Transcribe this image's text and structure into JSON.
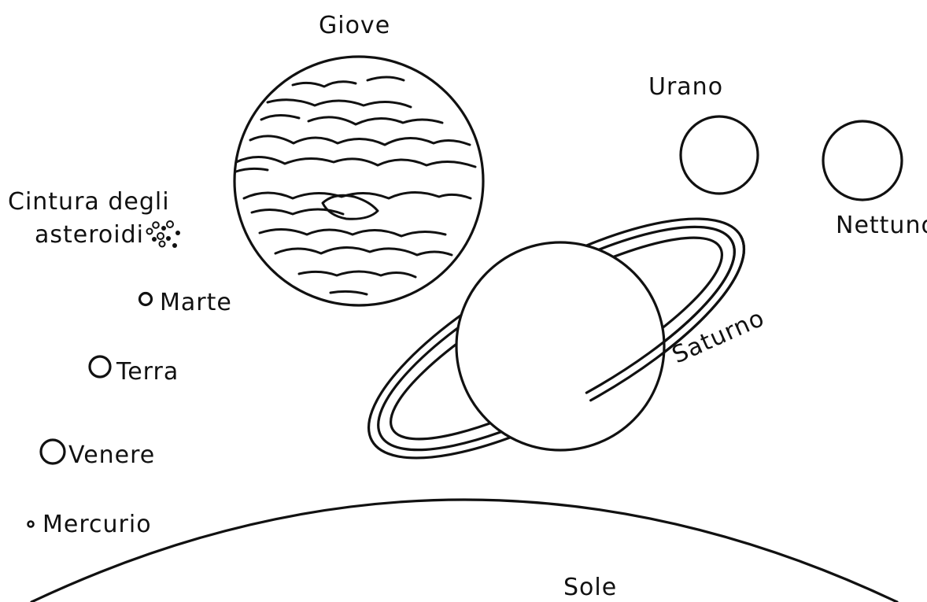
{
  "labels": {
    "jupiter": "Giove",
    "uranus": "Urano",
    "neptune": "Nettuno",
    "asteroid_belt_line1": "Cintura degli",
    "asteroid_belt_line2": "asteroidi",
    "mars": "Marte",
    "earth": "Terra",
    "venus": "Venere",
    "mercury": "Mercurio",
    "saturn": "Saturno",
    "sun": "Sole"
  },
  "colors": {
    "ink": "#111111",
    "paper": "#ffffff"
  }
}
